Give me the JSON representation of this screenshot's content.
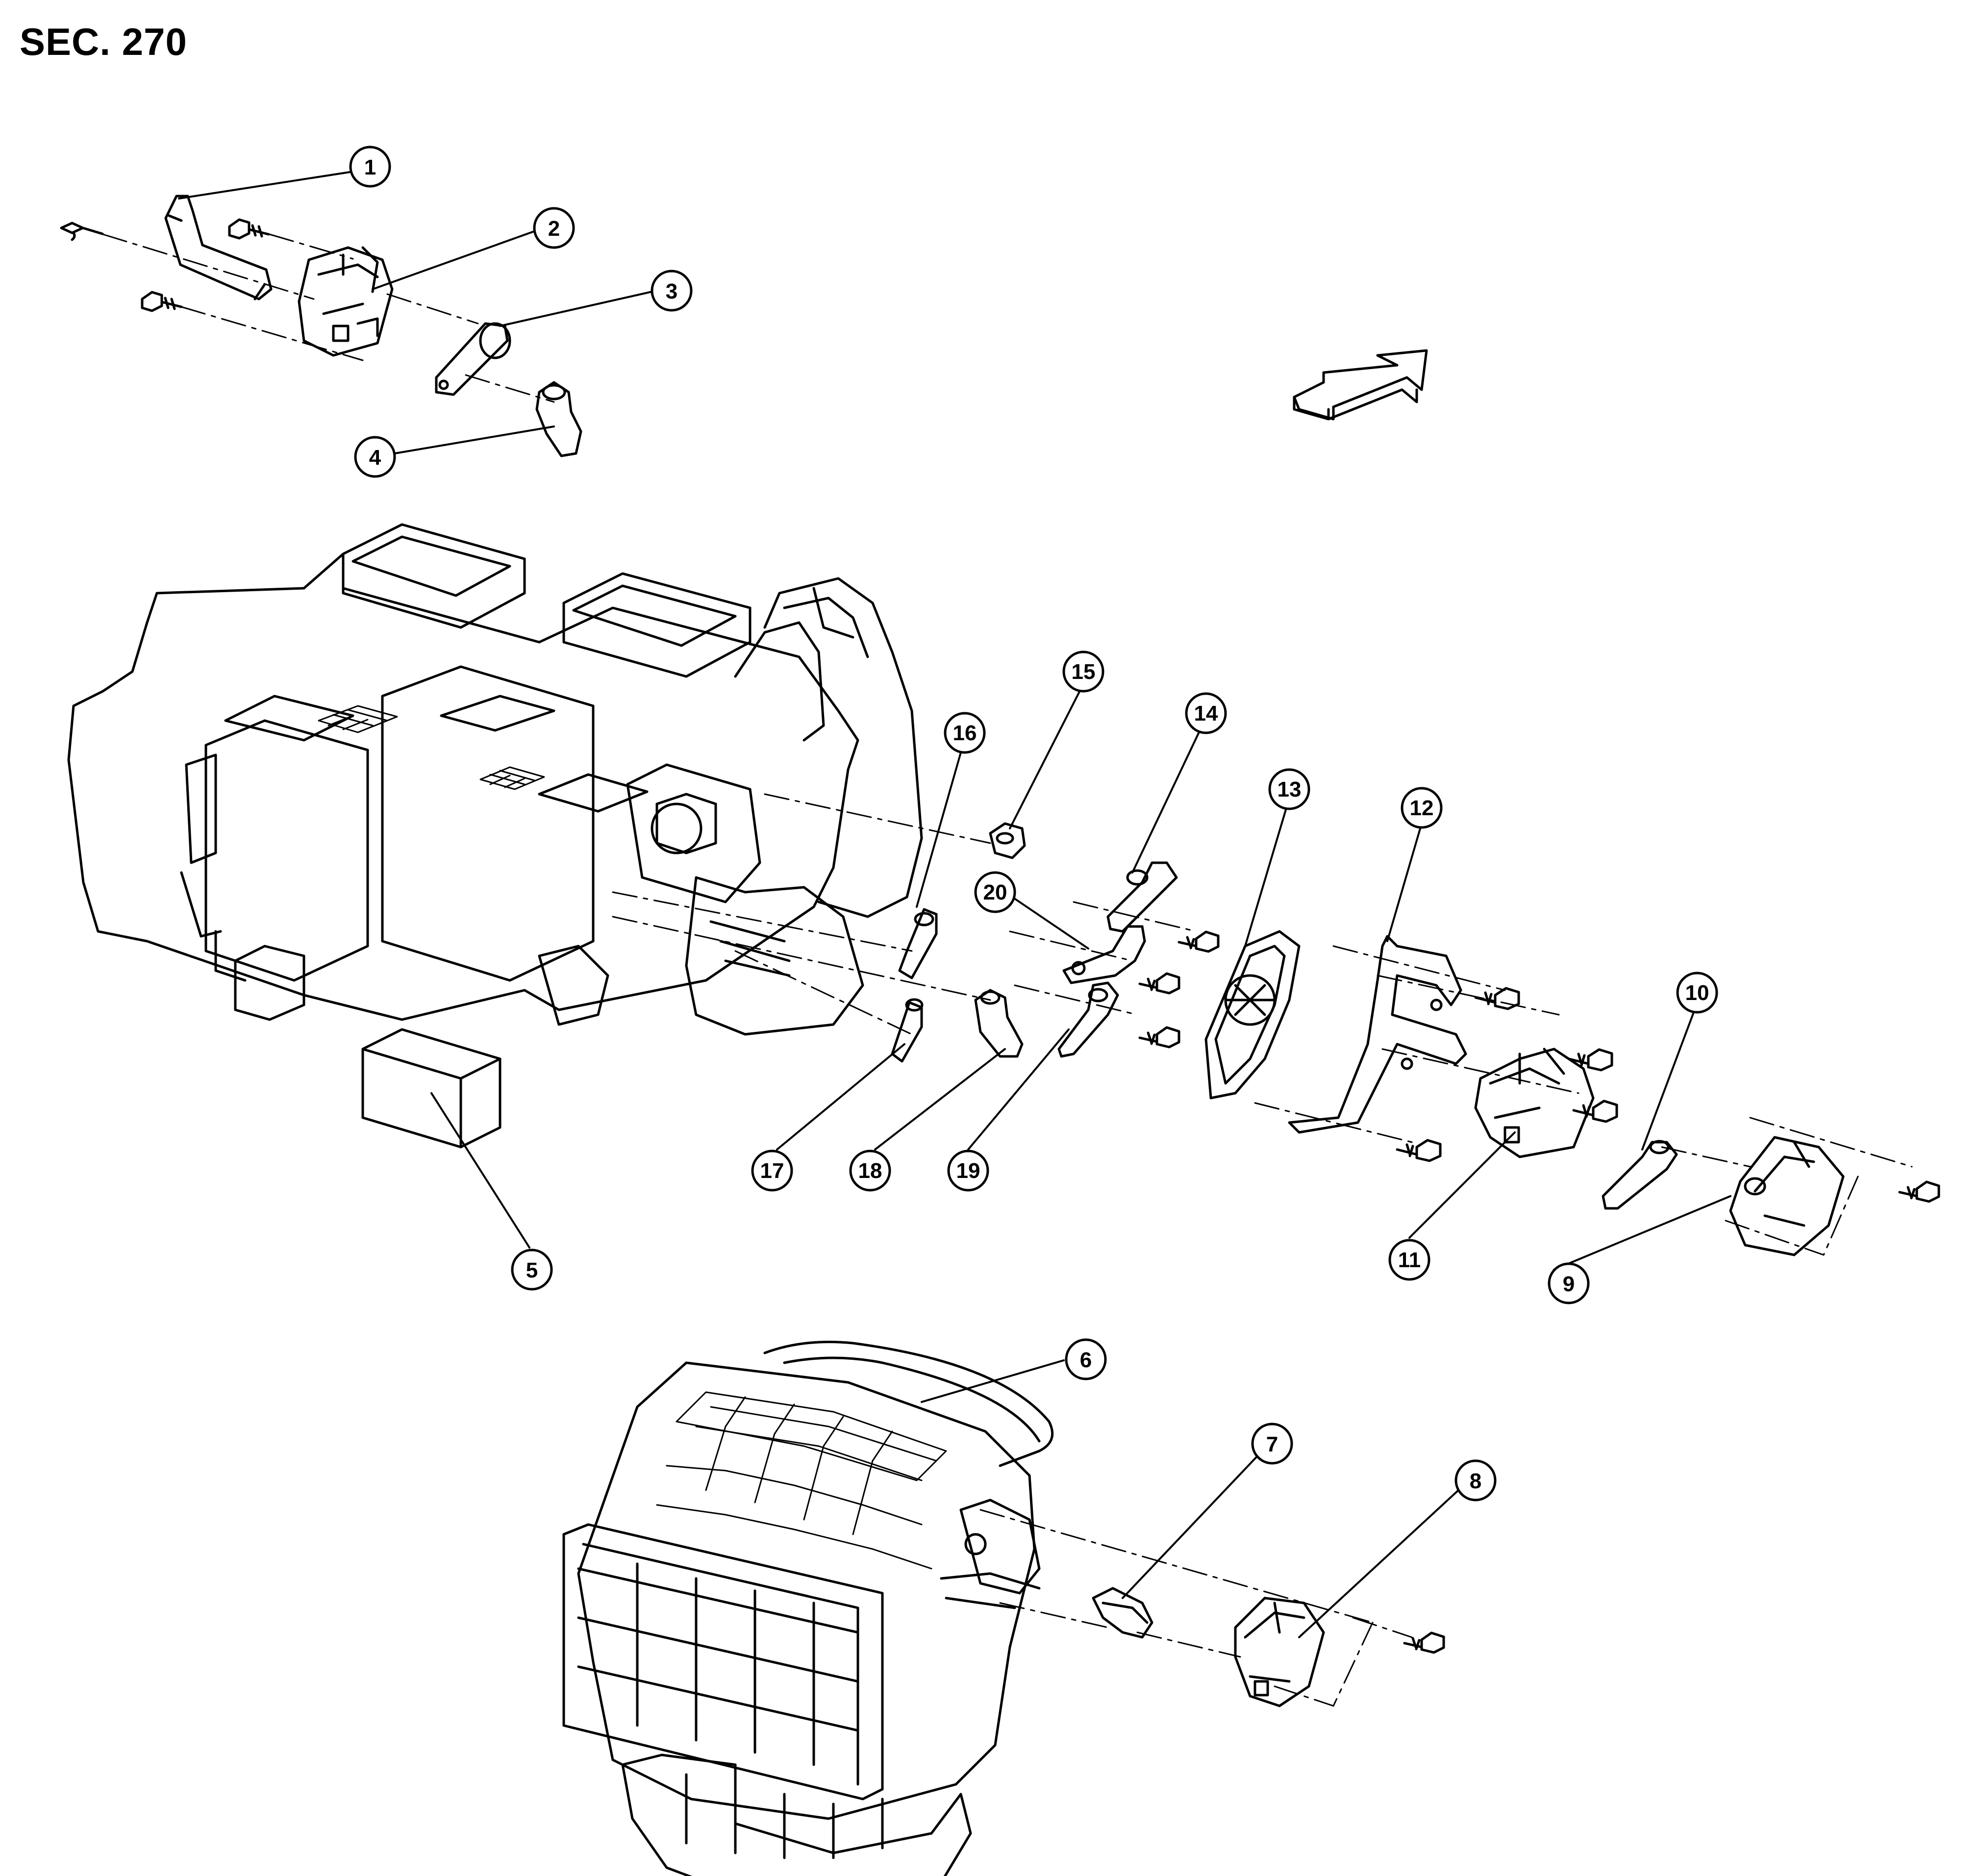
{
  "section": "SEC. 270",
  "colors": {
    "line": "#000000",
    "background": "#ffffff"
  },
  "callouts": [
    "1",
    "2",
    "3",
    "4",
    "5",
    "6",
    "7",
    "8",
    "9",
    "10",
    "11",
    "12",
    "13",
    "14",
    "15",
    "16",
    "17",
    "18",
    "19",
    "20"
  ],
  "icons": {
    "direction_arrow": "front-direction-arrow-icon"
  }
}
